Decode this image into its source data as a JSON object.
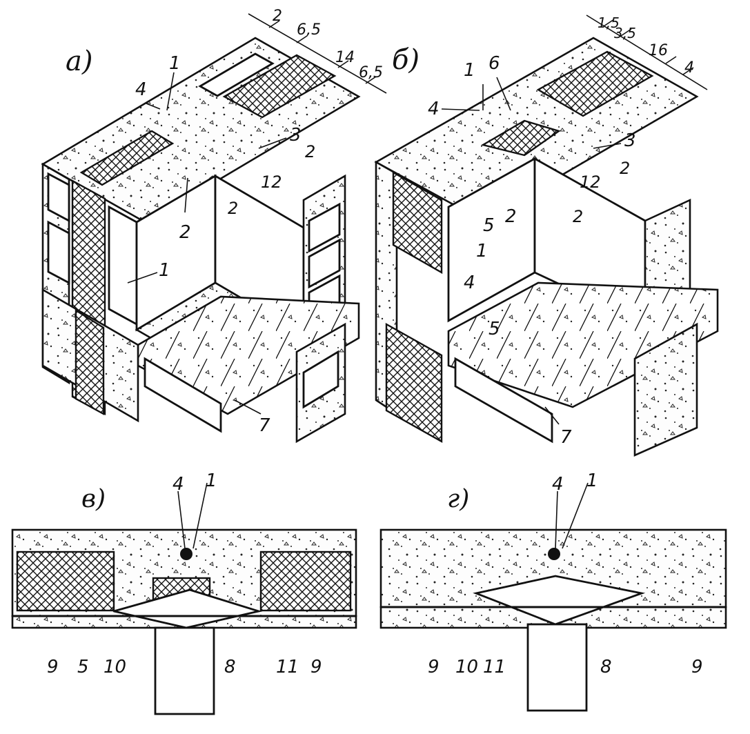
{
  "figure": {
    "panels": [
      {
        "id": "a",
        "letter": "а)"
      },
      {
        "id": "b",
        "letter": "б)"
      },
      {
        "id": "v",
        "letter": "в)"
      },
      {
        "id": "g",
        "letter": "г)"
      }
    ],
    "panel_a": {
      "dims": [
        "2",
        "6,5",
        "14",
        "6,5",
        "2",
        "12",
        "2"
      ],
      "callouts": [
        "4",
        "1",
        "3",
        "2",
        "1",
        "7"
      ]
    },
    "panel_b": {
      "dims": [
        "1,5",
        "3,5",
        "16",
        "4",
        "2",
        "12",
        "2"
      ],
      "callouts": [
        "1",
        "6",
        "4",
        "3",
        "5",
        "2",
        "1",
        "4",
        "5",
        "7"
      ]
    },
    "panel_v": {
      "callouts": [
        "4",
        "1",
        "9",
        "5",
        "10",
        "8",
        "11",
        "9"
      ]
    },
    "panel_g": {
      "callouts": [
        "4",
        "1",
        "9",
        "10",
        "11",
        "8",
        "9"
      ]
    }
  }
}
